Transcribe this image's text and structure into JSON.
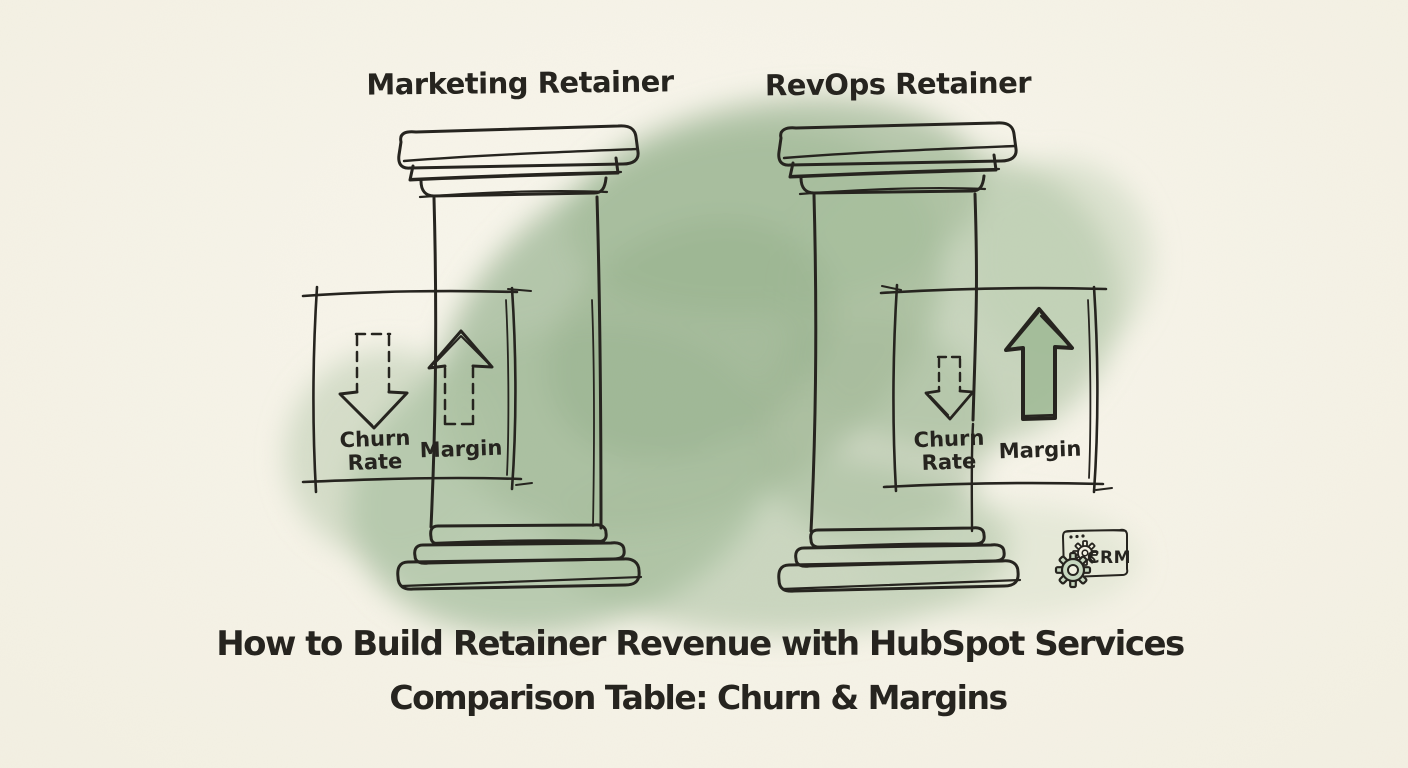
{
  "scene": {
    "background_color": "#f7f4e8",
    "watercolor_color": "#a3ba9a",
    "ink_color": "#26241f"
  },
  "pillars": [
    {
      "title": "Marketing Retainer",
      "box": {
        "churn_label_line1": "Churn",
        "churn_label_line2": "Rate",
        "margin_label": "Margin",
        "churn_arrow_style": "dashed-down-arrow",
        "margin_arrow_style": "dashed-up-arrow"
      }
    },
    {
      "title": "RevOps Retainer",
      "box": {
        "churn_label_line1": "Churn",
        "churn_label_line2": "Rate",
        "margin_label": "Margin",
        "churn_arrow_style": "small-dashed-down-arrow",
        "margin_arrow_style": "large-solid-green-up-arrow"
      }
    }
  ],
  "crm_badge": {
    "label": "CRM"
  },
  "caption": {
    "line1": "How to Build Retainer Revenue with HubSpot Services",
    "line2": "Comparison Table: Churn & Margins"
  }
}
